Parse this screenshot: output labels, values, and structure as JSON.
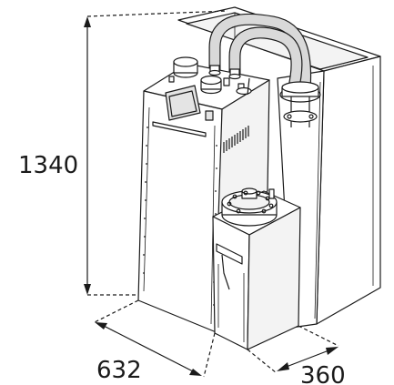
{
  "dimensions": {
    "height": "1340",
    "width": "632",
    "depth": "360"
  }
}
